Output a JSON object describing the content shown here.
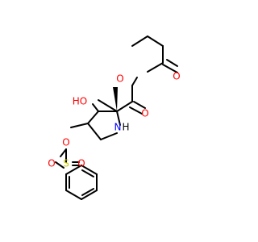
{
  "molecule": {
    "colors": {
      "carbon": "#000000",
      "oxygen": "#ff0000",
      "nitrogen": "#0000ff",
      "sulfur": "#cccc00",
      "hydrogen": "#000000"
    },
    "labels": {
      "o_ester_bridge": "O",
      "o_ester_carbonyl_top": "O",
      "o_carboxyl": "O",
      "ho": "HO",
      "nh_n": "N",
      "nh_h": "H",
      "o_sulfonate_bridge": "O",
      "s": "S",
      "o_s_left": "O",
      "o_s_right": "O"
    }
  }
}
